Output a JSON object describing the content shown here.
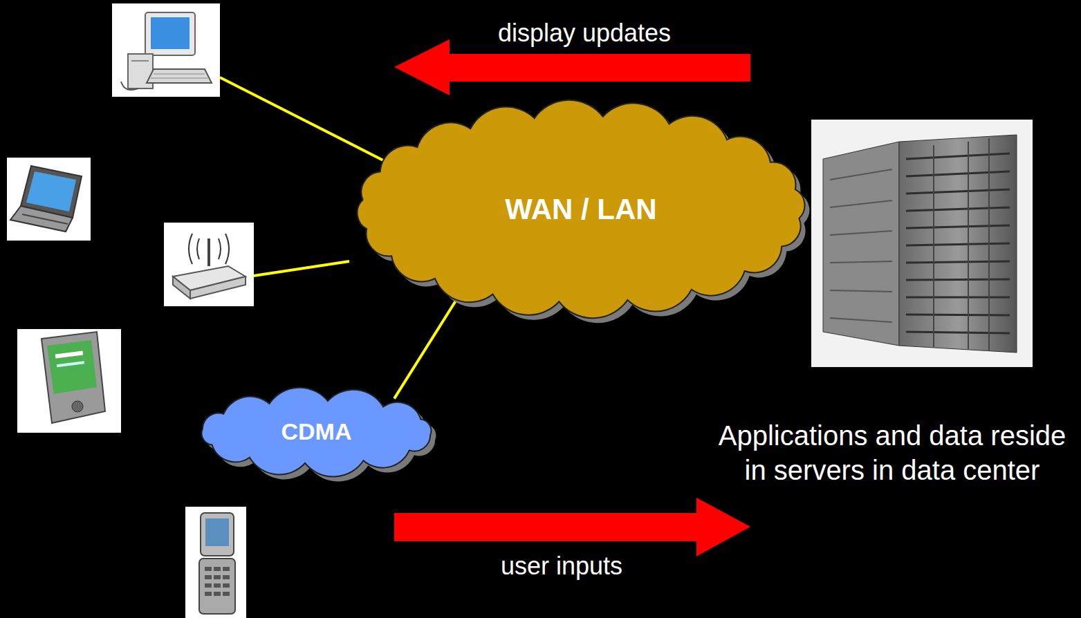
{
  "diagram": {
    "nodes": [
      {
        "text": [
          "WAN / LAN"
        ]
      },
      {
        "text": [
          "CDMA"
        ]
      }
    ],
    "edges": [
      {
        "from": 0,
        "to": 1,
        "arrow": "none"
      }
    ],
    "labels": [
      "display updates",
      "user inputs",
      "Applications and data reside in servers in data center"
    ]
  }
}
